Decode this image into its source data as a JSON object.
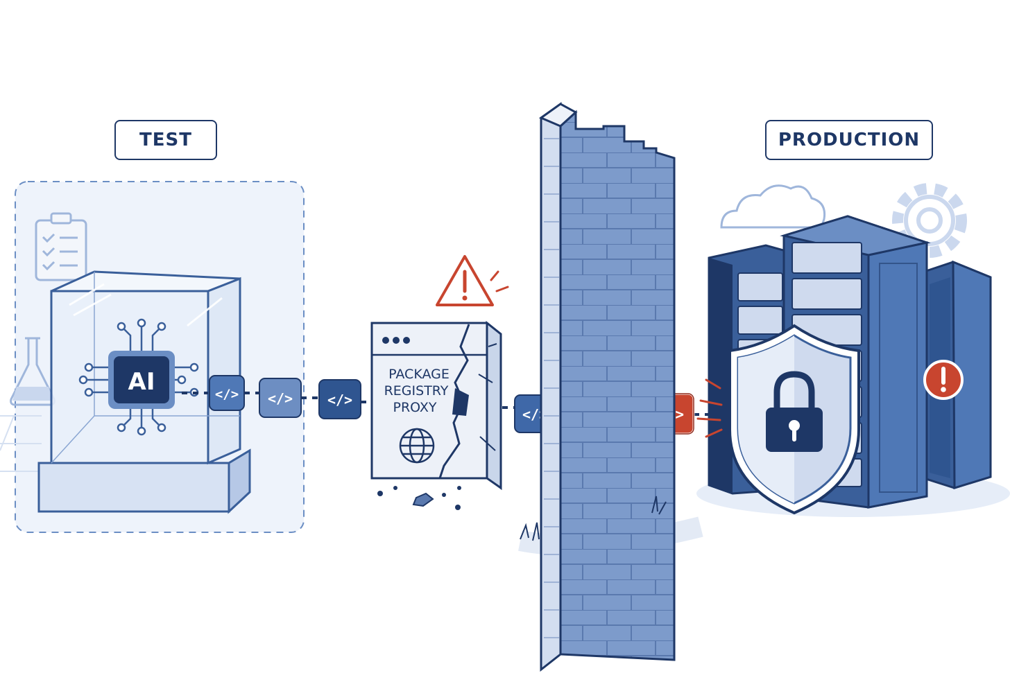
{
  "labels": {
    "test": "TEST",
    "production": "PRODUCTION"
  },
  "ai_chip": {
    "text": "AI"
  },
  "proxy": {
    "line1": "PACKAGE",
    "line2": "REGISTRY",
    "line3": "PROXY"
  },
  "code_glyph": "</>",
  "colors": {
    "navy": "#1e3766",
    "blue": "#3a5f9a",
    "light_blue": "#6b8ec4",
    "pale_blue": "#e9f0fa",
    "alert_red": "#c8452f"
  },
  "icons": [
    "clipboard-checklist-icon",
    "flask-icon",
    "warning-triangle-icon",
    "globe-icon",
    "cloud-icon",
    "gear-icon",
    "shield-lock-icon",
    "alert-circle-icon",
    "code-packet-icon"
  ]
}
